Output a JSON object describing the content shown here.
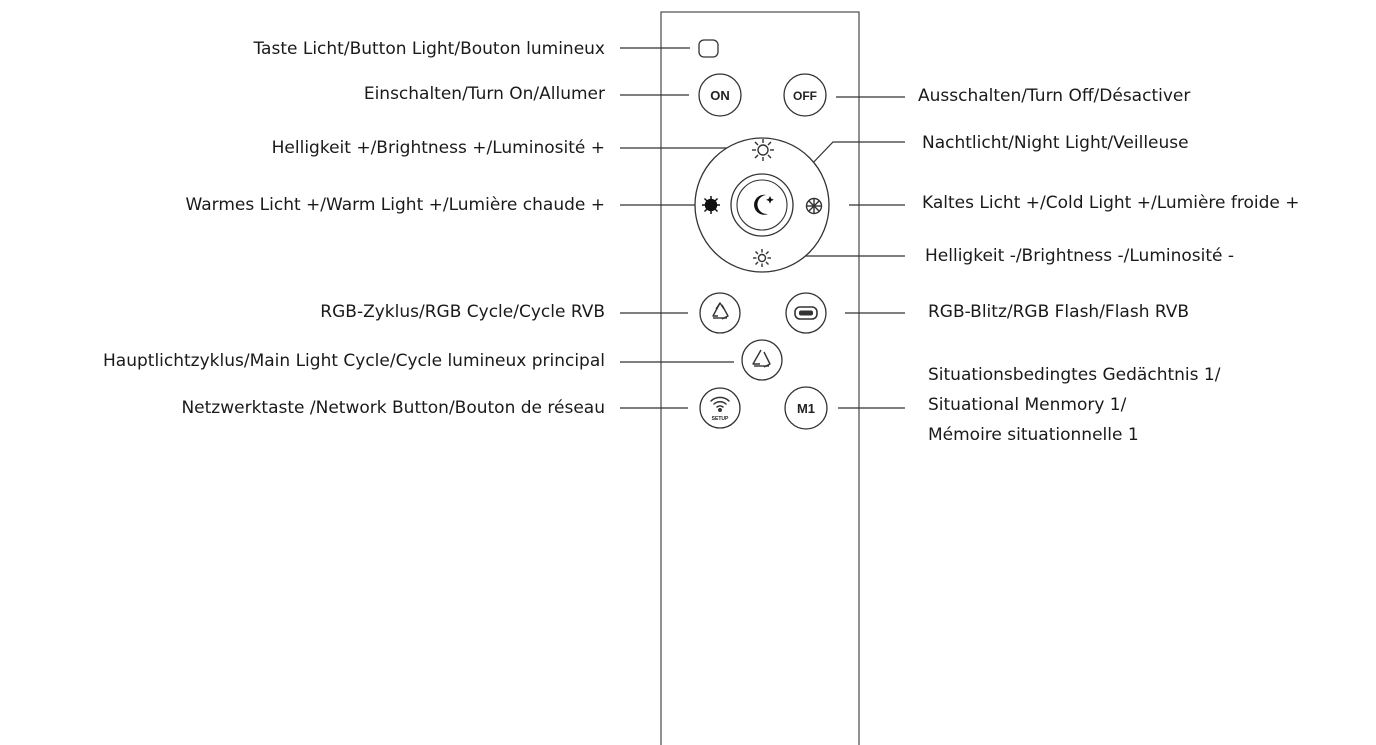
{
  "labels": {
    "light_button": "Taste Licht/Button Light/Bouton lumineux",
    "turn_on": "Einschalten/Turn On/Allumer",
    "brightness_up": "Helligkeit +/Brightness +/Luminosité +",
    "warm_light": "Warmes Licht +/Warm Light +/Lumière chaude +",
    "rgb_cycle": "RGB-Zyklus/RGB Cycle/Cycle RVB",
    "main_light_cycle": "Hauptlichtzyklus/Main Light Cycle/Cycle lumineux principal",
    "network_button": "Netzwerktaste /Network Button/Bouton de réseau",
    "turn_off": "Ausschalten/Turn Off/Désactiver",
    "night_light": "Nachtlicht/Night Light/Veilleuse",
    "cold_light": "Kaltes Licht +/Cold Light +/Lumière froide +",
    "brightness_down": "Helligkeit -/Brightness -/Luminosité -",
    "rgb_flash": "RGB-Blitz/RGB Flash/Flash RVB",
    "memory": [
      "Situationsbedingtes Gedächtnis 1/",
      "Situational Menmory 1/",
      "Mémoire situationnelle 1"
    ]
  },
  "buttons": {
    "on": "ON",
    "off": "OFF",
    "m1": "M1",
    "setup": "SETUP"
  }
}
